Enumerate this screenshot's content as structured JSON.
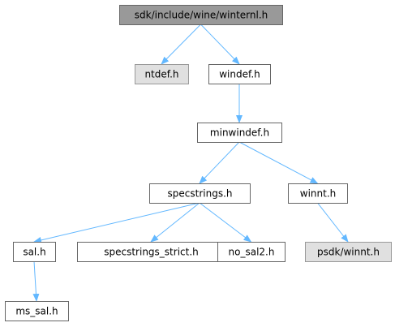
{
  "colors": {
    "root_fill": "#999999",
    "root_stroke": "#666666",
    "normal_fill": "#ffffff",
    "normal_stroke": "#666666",
    "external_fill": "#e0e0e0",
    "external_stroke": "#999999",
    "edge": "#63b8ff"
  },
  "nodes": {
    "winternl": {
      "label": "sdk/include/wine/winternl.h",
      "kind": "root"
    },
    "ntdef": {
      "label": "ntdef.h",
      "kind": "external"
    },
    "windef": {
      "label": "windef.h",
      "kind": "normal"
    },
    "minwindef": {
      "label": "minwindef.h",
      "kind": "normal"
    },
    "specstrings": {
      "label": "specstrings.h",
      "kind": "normal"
    },
    "winnt": {
      "label": "winnt.h",
      "kind": "normal"
    },
    "sal": {
      "label": "sal.h",
      "kind": "normal"
    },
    "specstrings_strict": {
      "label": "specstrings_strict.h",
      "kind": "normal"
    },
    "no_sal2": {
      "label": "no_sal2.h",
      "kind": "normal"
    },
    "psdk_winnt": {
      "label": "psdk/winnt.h",
      "kind": "external"
    },
    "ms_sal": {
      "label": "ms_sal.h",
      "kind": "normal"
    }
  },
  "edges": [
    [
      "winternl",
      "ntdef"
    ],
    [
      "winternl",
      "windef"
    ],
    [
      "windef",
      "minwindef"
    ],
    [
      "minwindef",
      "specstrings"
    ],
    [
      "minwindef",
      "winnt"
    ],
    [
      "specstrings",
      "sal"
    ],
    [
      "specstrings",
      "specstrings_strict"
    ],
    [
      "specstrings",
      "no_sal2"
    ],
    [
      "winnt",
      "psdk_winnt"
    ],
    [
      "sal",
      "ms_sal"
    ]
  ]
}
